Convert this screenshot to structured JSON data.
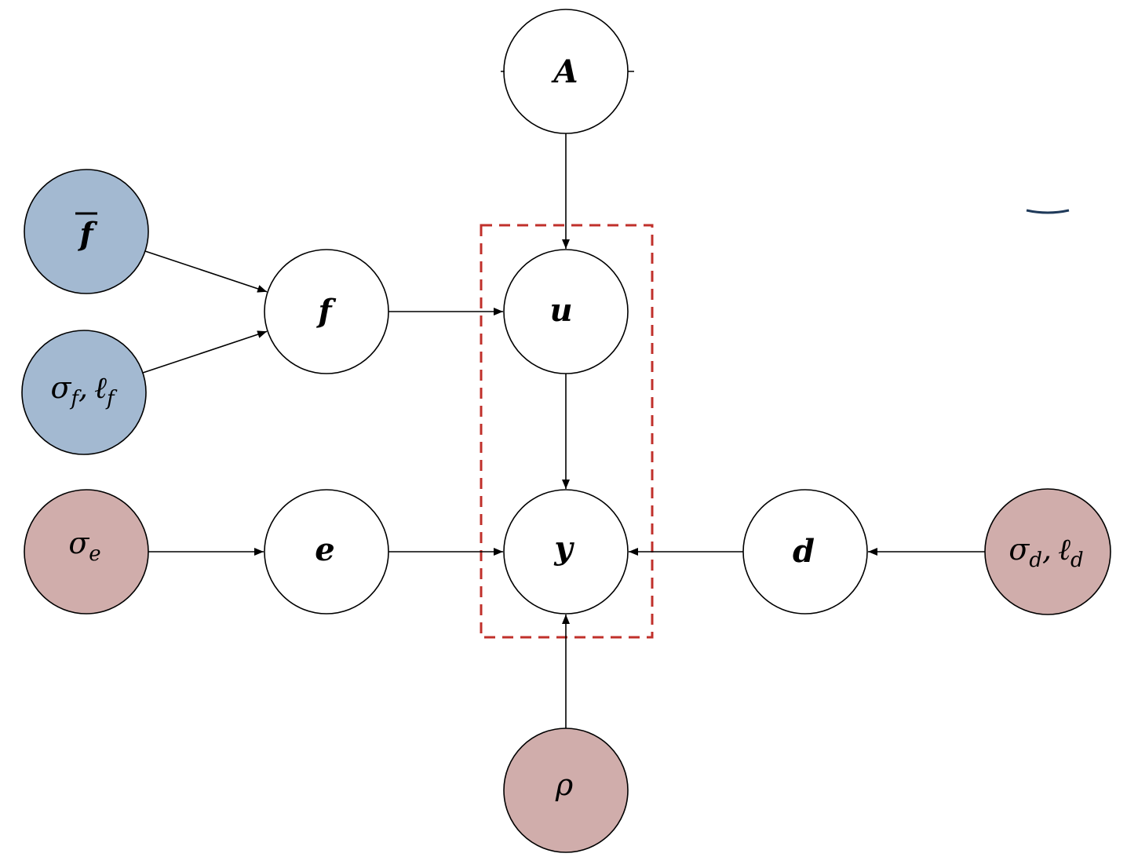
{
  "colors": {
    "blue_node": "#a3b9d1",
    "red_node": "#d0adab",
    "white_node": "#ffffff",
    "plate_border": "#c0302b"
  },
  "nodes": {
    "A": {
      "label": "A",
      "fill": "white_node"
    },
    "u": {
      "label": "u",
      "fill": "white_node"
    },
    "y": {
      "label": "y",
      "fill": "white_node"
    },
    "f": {
      "label": "f",
      "fill": "white_node"
    },
    "e": {
      "label": "e",
      "fill": "white_node"
    },
    "d": {
      "label": "d",
      "fill": "white_node"
    },
    "fbar": {
      "label": "f",
      "fill": "blue_node"
    },
    "sigma_l_f": {
      "sigma": "σ",
      "sigma_sub": "f",
      "sep": ",",
      "ell": "ℓ",
      "ell_sub": "f",
      "fill": "blue_node"
    },
    "sigma_e": {
      "sigma": "σ",
      "sigma_sub": "e",
      "fill": "red_node"
    },
    "sigma_l_d": {
      "sigma": "σ",
      "sigma_sub": "d",
      "sep": ",",
      "ell": "ℓ",
      "ell_sub": "d",
      "fill": "red_node"
    },
    "rho": {
      "label": "ρ",
      "fill": "red_node"
    }
  },
  "edges": [
    {
      "from": "fbar",
      "to": "f"
    },
    {
      "from": "sigma_l_f",
      "to": "f"
    },
    {
      "from": "f",
      "to": "u"
    },
    {
      "from": "A",
      "to": "u"
    },
    {
      "from": "u",
      "to": "y"
    },
    {
      "from": "sigma_e",
      "to": "e"
    },
    {
      "from": "e",
      "to": "y"
    },
    {
      "from": "d",
      "to": "y"
    },
    {
      "from": "sigma_l_d",
      "to": "d"
    },
    {
      "from": "rho",
      "to": "y"
    }
  ]
}
